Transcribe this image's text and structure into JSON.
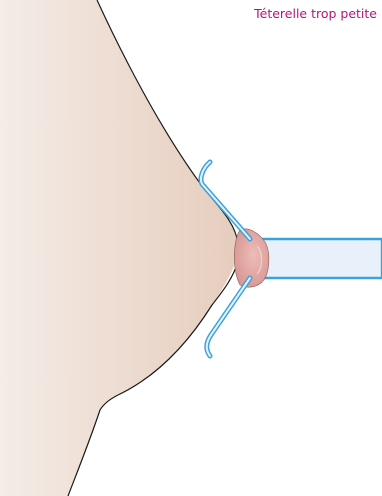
{
  "caption": "Téterelle trop petite",
  "colors": {
    "caption": "#b5157a",
    "skin_light": "#f4ece7",
    "skin_dark": "#e6cdbd",
    "outline": "#1a1a1a",
    "flange_outline": "#3aa3dc",
    "tunnel_fill": "#e8f1fa",
    "nipple": "#e2a8a4"
  },
  "figure": {
    "components": [
      {
        "name": "breast",
        "icon": "breast-silhouette"
      },
      {
        "name": "nipple",
        "icon": "nipple-shape"
      },
      {
        "name": "flange",
        "icon": "breast-shield-flange"
      },
      {
        "name": "tunnel",
        "icon": "breast-shield-tunnel"
      }
    ]
  }
}
